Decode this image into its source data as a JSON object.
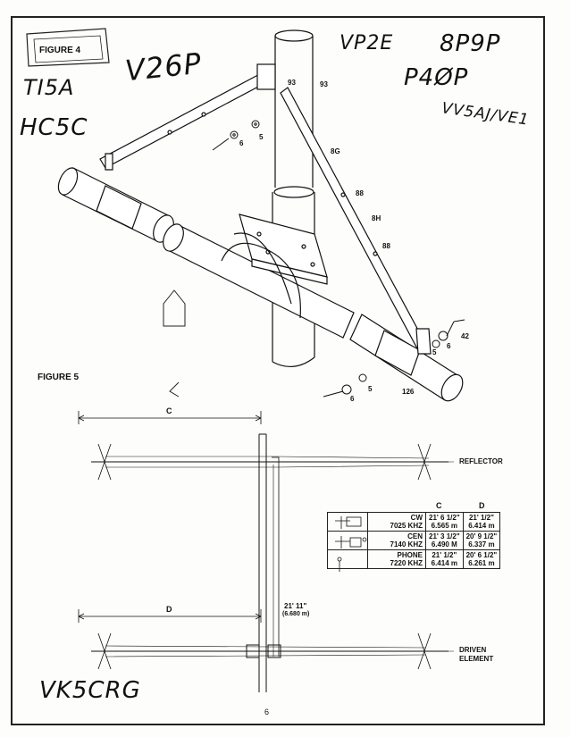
{
  "figure4": {
    "label": "FIGURE 4",
    "part_numbers": [
      "93",
      "93",
      "8G",
      "88",
      "8H",
      "88",
      "6",
      "5",
      "6",
      "5",
      "6",
      "5",
      "5",
      "42",
      "126"
    ]
  },
  "figure5": {
    "label": "FIGURE 5",
    "dim_c": "C",
    "dim_d": "D",
    "reflector_label": "REFLECTOR",
    "driven_label": "DRIVEN",
    "element_label": "ELEMENT",
    "boom_length": "21' 11\"",
    "boom_length_metric": "(6.680 m)",
    "table": {
      "col_c": "C",
      "col_d": "D",
      "rows": [
        {
          "mode": "CW",
          "freq": "7025 KHZ",
          "c": "21' 6 1/2\"",
          "c_m": "6.565 m",
          "d": "21' 1/2\"",
          "d_m": "6.414 m"
        },
        {
          "mode": "CEN",
          "freq": "7140 KHZ",
          "c": "21' 3 1/2\"",
          "c_m": "6.490 M",
          "d": "20' 9 1/2\"",
          "d_m": "6.337 m"
        },
        {
          "mode": "PHONE",
          "freq": "7220 KHZ",
          "c": "21' 1/2\"",
          "c_m": "6.414 m",
          "d": "20' 6 1/2\"",
          "d_m": "6.261 m"
        }
      ]
    }
  },
  "handwriting": {
    "v26p": "V26P",
    "vp2e": "VP2E",
    "8p9p": "8P9P",
    "p40p": "P4ØP",
    "ti5a": "TI5A",
    "hc5c": "HC5C",
    "vv5aj": "VV5AJ/VE1",
    "vk5crg": "VK5CRG"
  },
  "page_number": "6"
}
